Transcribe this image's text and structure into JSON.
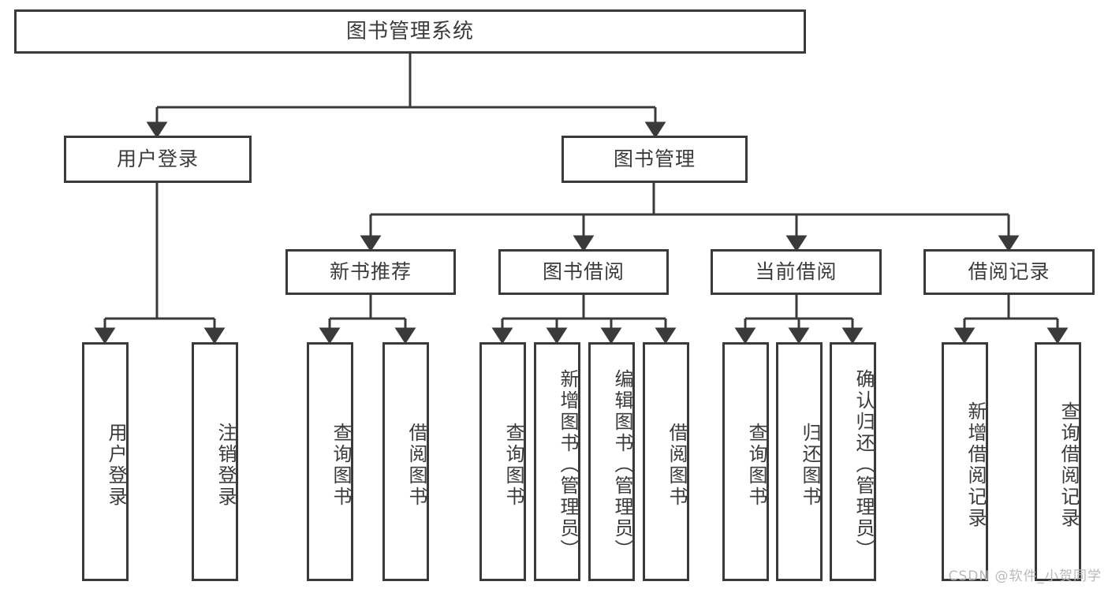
{
  "diagram": {
    "title": "图书管理系统",
    "type": "tree-hierarchy-chart",
    "stroke_color": "#3a3a3a",
    "text_color": "#3b3b3b",
    "background": "#ffffff",
    "watermark": "CSDN @软件_小贺同学"
  },
  "nodes": {
    "root": {
      "label": "图书管理系统"
    },
    "level2": [
      {
        "label": "用户登录"
      },
      {
        "label": "图书管理"
      }
    ],
    "level3": [
      {
        "label": "新书推荐"
      },
      {
        "label": "图书借阅"
      },
      {
        "label": "当前借阅"
      },
      {
        "label": "借阅记录"
      }
    ],
    "leaves": {
      "user_login": [
        {
          "label": "用户登录"
        },
        {
          "label": "注销登录"
        }
      ],
      "new_book": [
        {
          "label": "查询图书"
        },
        {
          "label": "借阅图书"
        }
      ],
      "book_borrow": [
        {
          "label": "查询图书"
        },
        {
          "label": "新增图书（管理员）"
        },
        {
          "label": "编辑图书（管理员）"
        },
        {
          "label": "借阅图书"
        }
      ],
      "current_borrow": [
        {
          "label": "查询图书"
        },
        {
          "label": "归还图书"
        },
        {
          "label": "确认归还（管理员）"
        }
      ],
      "borrow_record": [
        {
          "label": "新增借阅记录"
        },
        {
          "label": "查询借阅记录"
        }
      ]
    }
  }
}
